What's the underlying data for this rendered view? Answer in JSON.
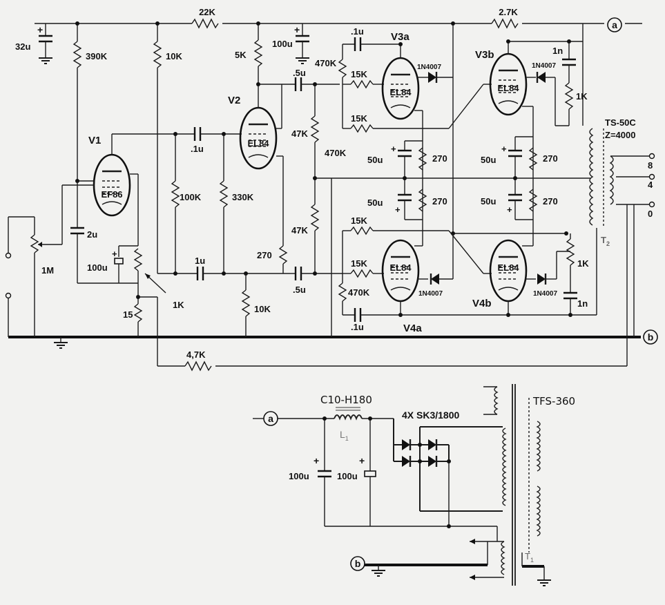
{
  "tubes": {
    "v1": {
      "name": "V1",
      "type": "EF86"
    },
    "v2": {
      "name": "V2",
      "type": "EL84"
    },
    "v3a": {
      "name": "V3a",
      "type": "EL84"
    },
    "v3b": {
      "name": "V3b",
      "type": "EL84"
    },
    "v4a": {
      "name": "V4a",
      "type": "EL84"
    },
    "v4b": {
      "name": "V4b",
      "type": "EL84"
    }
  },
  "resistors": {
    "r_22k": "22K",
    "r_27k": "2.7K",
    "r_390k": "390K",
    "r_10k_a": "10K",
    "r_5k": "5K",
    "r_470k_top": "470K",
    "r_15k_g3a": "15K",
    "r_15k_g3b": "15K",
    "r_1k_v3b": "1K",
    "r_47k_top": "47K",
    "r_470k_mid": "470K",
    "r_270_1": "270",
    "r_270_2": "270",
    "r_270_3": "270",
    "r_270_4": "270",
    "r_100k": "100K",
    "r_330k": "330K",
    "r_47k_bot": "47K",
    "r_270_v2": "270",
    "r_15k_g4b": "15K",
    "r_15k_g4a": "15K",
    "r_470k_bot": "470K",
    "r_1k_v4b": "1K",
    "r_10k_b": "10K",
    "pot_1m": "1M",
    "pot_1k": "1K",
    "r_15": "15",
    "r_47k_fb": "4,7K"
  },
  "capacitors": {
    "c_32u": "32u",
    "c_100u_top": "100u",
    "c_01u_v3a": ".1u",
    "c_05u_top": ".5u",
    "c_01u_v2": ".1u",
    "c_1n_top": "1n",
    "c_50u_1": "50u",
    "c_50u_2": "50u",
    "c_50u_3": "50u",
    "c_50u_4": "50u",
    "c_2u": "2u",
    "c_100u_k": "100u",
    "c_1u": "1u",
    "c_05u_bot": ".5u",
    "c_01u_v4a": ".1u",
    "c_1n_bot": "1n",
    "c_100u_ps1": "100u",
    "c_100u_ps2": "100u"
  },
  "diodes": {
    "d_v3a": "1N4007",
    "d_v3b": "1N4007",
    "d_v4a": "1N4007",
    "d_v4b": "1N4007",
    "bridge": "4X SK3/1800"
  },
  "output_transformer": {
    "model": "TS-50C",
    "impedance": "Z=4000",
    "ref": "T",
    "ref_sub": "2",
    "taps": [
      "8",
      "4",
      "0"
    ]
  },
  "power_supply": {
    "choke_model": "C10-H180",
    "choke_ref": "L",
    "choke_ref_sub": "1",
    "transformer_model": "TFS-360",
    "transformer_ref": "T",
    "transformer_ref_sub": "1"
  },
  "nodes": {
    "a": "a",
    "b": "b"
  }
}
